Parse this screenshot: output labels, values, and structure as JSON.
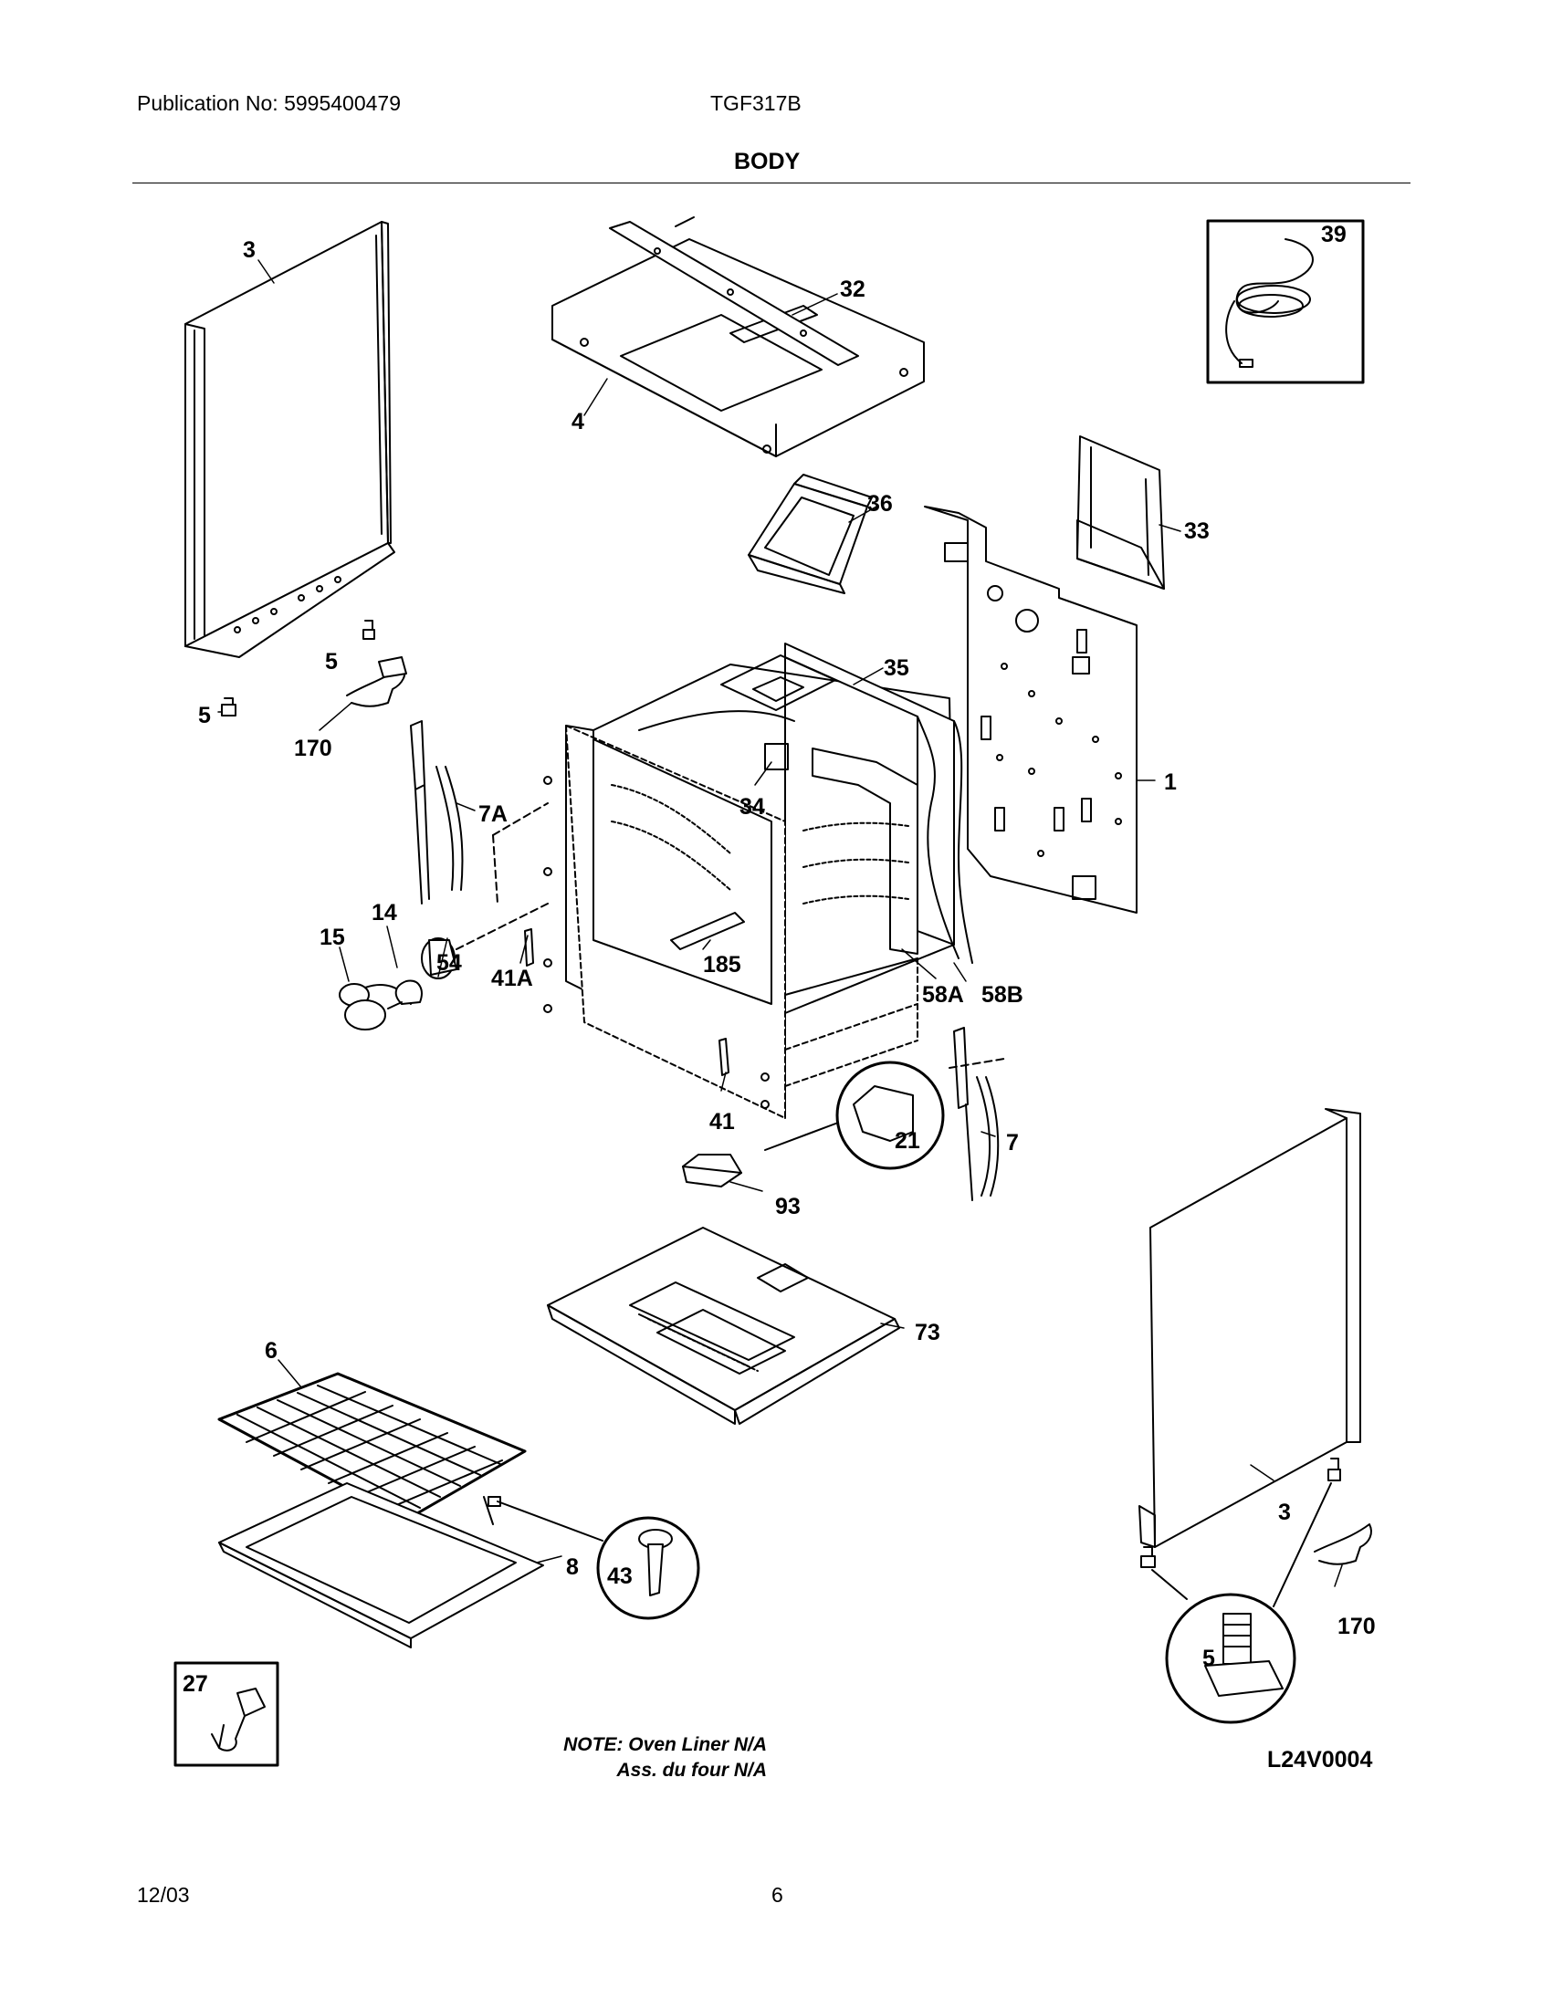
{
  "header": {
    "publication": "Publication No: 5995400479",
    "model": "TGF317B",
    "section_title": "BODY"
  },
  "part_labels": {
    "p3_left": "3",
    "p32": "32",
    "p4": "4",
    "p39": "39",
    "p36": "36",
    "p33": "33",
    "p5_upper": "5",
    "p5_lower": "5",
    "p170_left": "170",
    "p35": "35",
    "p34": "34",
    "p1": "1",
    "p7A": "7A",
    "p14": "14",
    "p15": "15",
    "p54": "54",
    "p41A": "41A",
    "p185": "185",
    "p58A": "58A",
    "p58B": "58B",
    "p41": "41",
    "p21": "21",
    "p7": "7",
    "p93": "93",
    "p73": "73",
    "p6": "6",
    "p8": "8",
    "p43": "43",
    "p3_right": "3",
    "p170_right": "170",
    "p5_detail": "5",
    "p27": "27"
  },
  "note": {
    "line1": "NOTE: Oven Liner N/A",
    "line2": "Ass. du four N/A"
  },
  "diagram_code": "L24V0004",
  "footer": {
    "date": "12/03",
    "page": "6"
  }
}
